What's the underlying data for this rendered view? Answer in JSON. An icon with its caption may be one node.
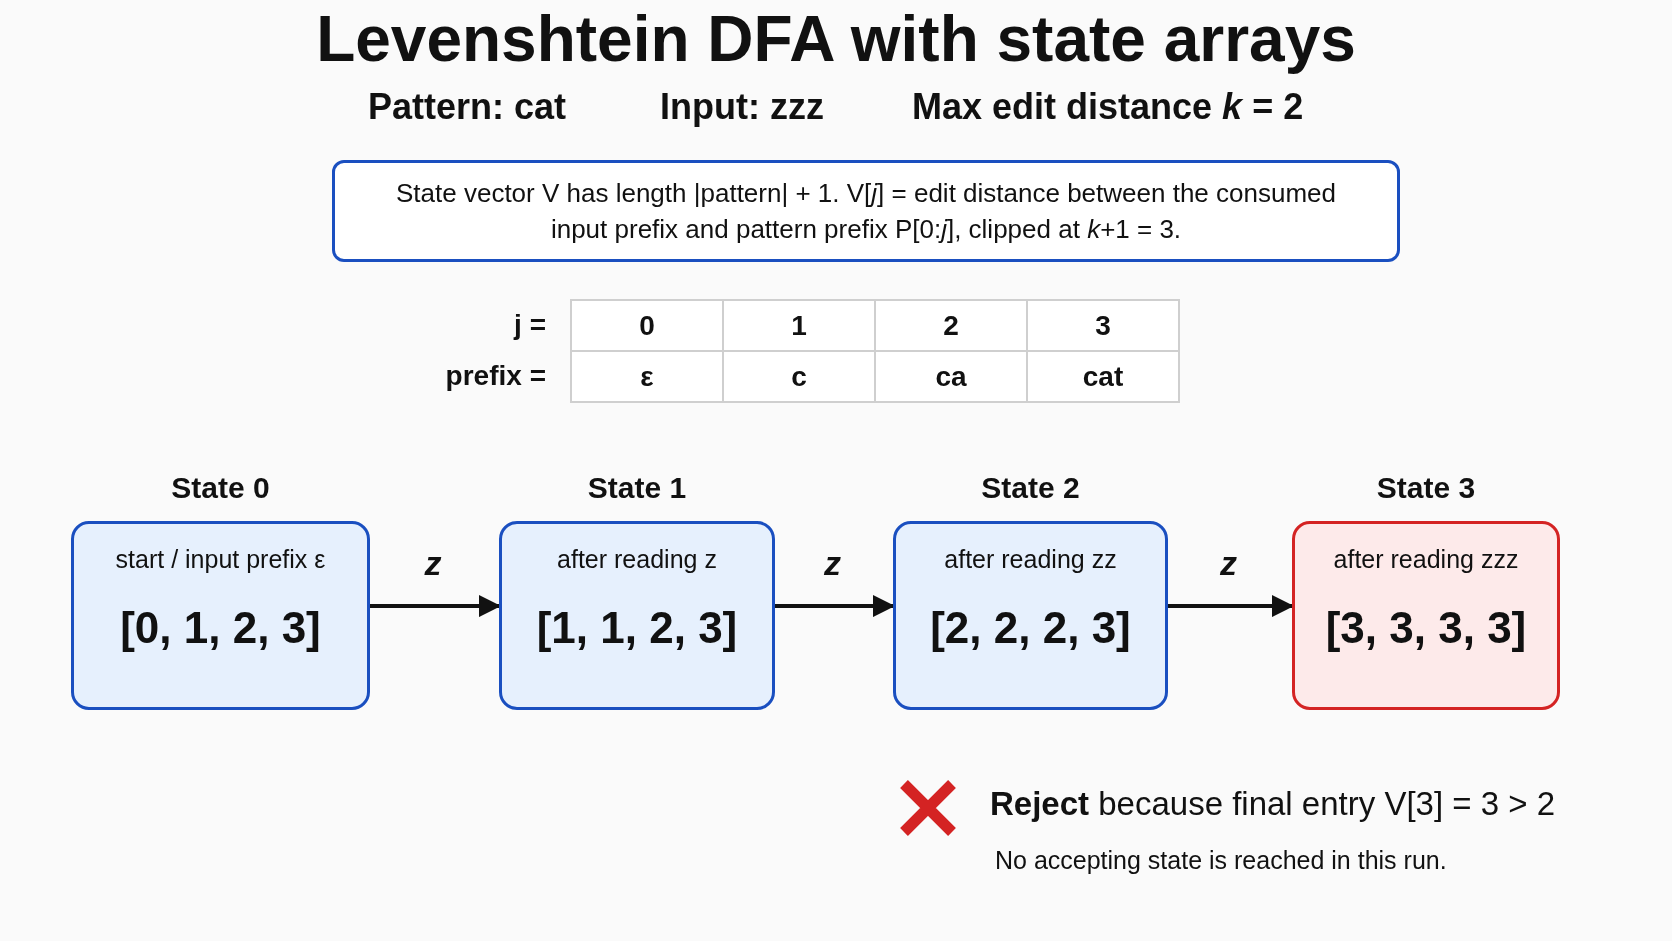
{
  "diagram": {
    "title": "Levenshtein DFA with state arrays",
    "nodes": [
      {
        "text": [
          "State vector V has length |pattern| + 1. V[*j*] = edit distance between the consumed input prefix and pattern prefix P[0:*j*], clipped at *k*+1 = 3."
        ]
      },
      {
        "text": [
          "State 0",
          "start / input prefix ε",
          "[0, 1, 2, 3]"
        ]
      },
      {
        "text": [
          "State 1",
          "after reading z",
          "[1, 1, 2, 3]"
        ]
      },
      {
        "text": [
          "State 2",
          "after reading zz",
          "[2, 2, 2, 3]"
        ]
      },
      {
        "text": [
          "State 3",
          "after reading zzz",
          "[3, 3, 3, 3]"
        ]
      }
    ],
    "edges": [
      {
        "from": 1,
        "to": 2,
        "arrow": "to",
        "label": "z"
      },
      {
        "from": 2,
        "to": 3,
        "arrow": "to",
        "label": "z"
      },
      {
        "from": 3,
        "to": 4,
        "arrow": "to",
        "label": "z"
      }
    ],
    "labels": [
      "Pattern: cat",
      "Input: zzz",
      "Max edit distance *k* = 2",
      "j =",
      "0",
      "1",
      "2",
      "3",
      "prefix =",
      "ε",
      "c",
      "ca",
      "cat",
      "**Reject** because final entry V[3] = 3 > 2",
      "No accepting state is reached in this run."
    ]
  }
}
